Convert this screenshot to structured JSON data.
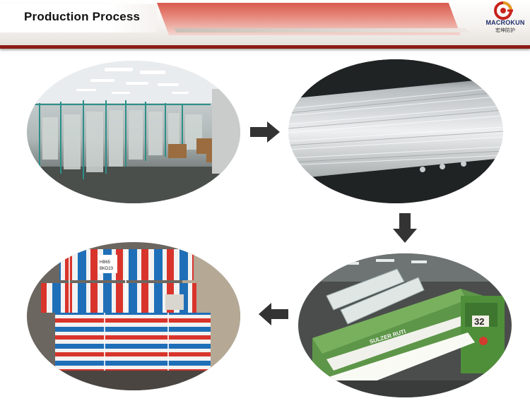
{
  "header": {
    "title": "Production Process",
    "logo": {
      "name": "MACROKUN",
      "subtitle": "宏坤防护",
      "icon": "red-gold-swirl-logo-icon"
    }
  },
  "steps": [
    {
      "photo": "warping-creel-workshop",
      "arrow": "arrow-right-icon"
    },
    {
      "photo": "warp-yarn-sheet-closeup",
      "arrow": "arrow-down-icon"
    },
    {
      "photo": "sulzer-weaving-looms",
      "arrow": "arrow-left-icon"
    },
    {
      "photo": "packed-fabric-rolls",
      "arrow": ""
    }
  ],
  "photo_text": {
    "loom_number": "32",
    "loom_brand": "SULZER RUTI",
    "package_label_1": "HB65",
    "package_label_2": "BKD23"
  },
  "colors": {
    "banner_red": "#c8463b",
    "banner_border": "#8a1c16",
    "loom_green": "#4f8f3a",
    "arrow": "#333333",
    "stripe_blue": "#1f6fb8",
    "stripe_red": "#d8342c"
  }
}
